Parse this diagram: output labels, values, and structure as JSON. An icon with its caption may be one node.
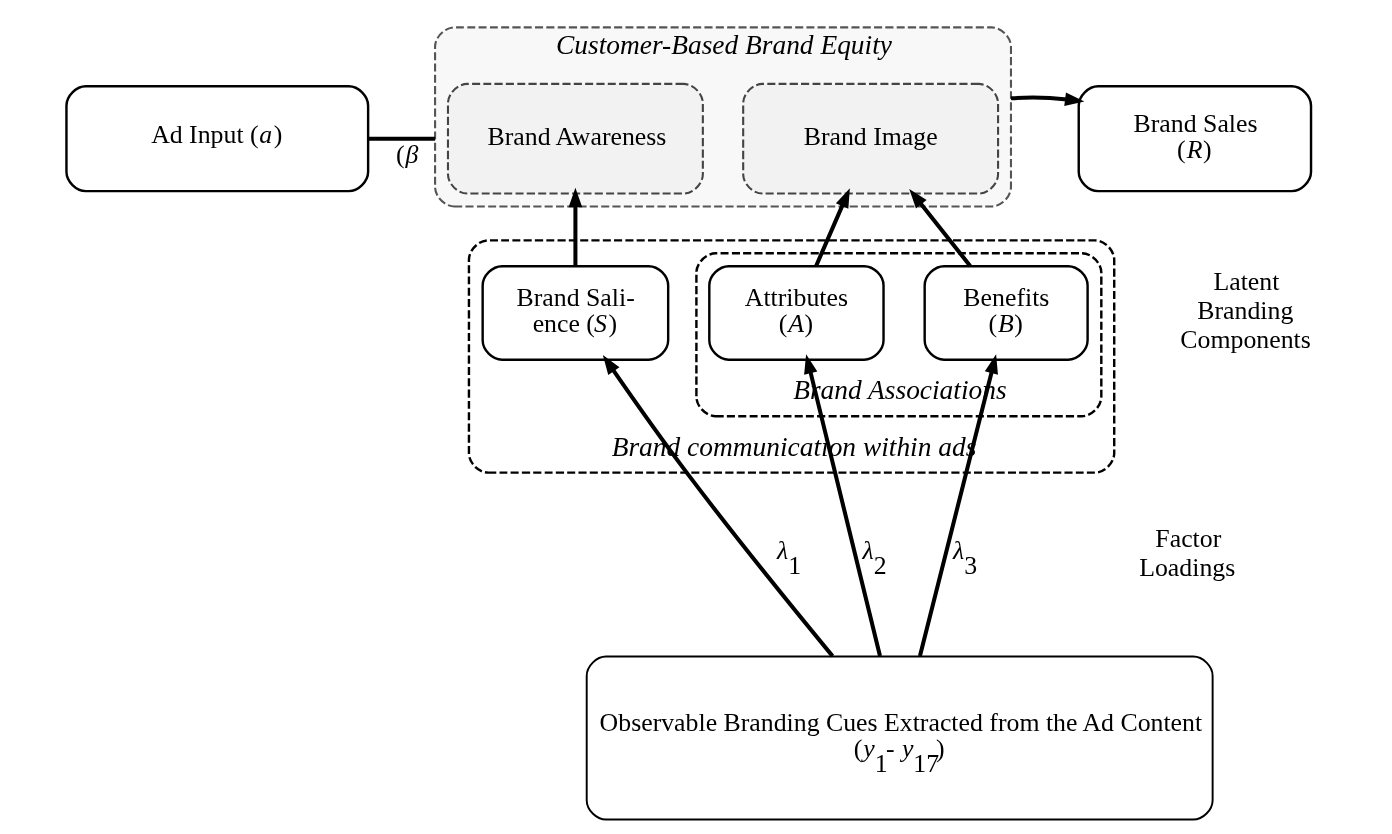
{
  "diagram": {
    "nodes": [
      {
        "text": [
          "Ad Input (*a*)"
        ]
      },
      {
        "text": [
          "Customer-Based Brand Equity"
        ]
      },
      {
        "text": [
          "Brand Awareness"
        ],
        "in": 1
      },
      {
        "text": [
          "Brand Image"
        ],
        "in": 1
      },
      {
        "text": [
          "Brand Sales (*R*)"
        ]
      },
      {
        "text": [
          "Brand communication within ads"
        ]
      },
      {
        "text": [
          "Brand Sali- ence (*S*)"
        ],
        "in": 5
      },
      {
        "text": [
          "Brand Associations"
        ],
        "in": 5
      },
      {
        "text": [
          "Attributes (*A*)"
        ],
        "in": 7
      },
      {
        "text": [
          "Benefits (*B*)"
        ],
        "in": 7
      },
      {
        "text": [
          "Observable Branding Cues Extracted from the Ad Content",
          "(*y*$_{1}$- *y*$_{17}$)"
        ]
      }
    ],
    "edges": [
      {
        "from": 0,
        "to": 1,
        "arrow": "none",
        "label": "(*β*"
      },
      {
        "from": 1,
        "to": 4,
        "arrow": "to"
      },
      {
        "from": 6,
        "to": 2,
        "arrow": "to"
      },
      {
        "from": 8,
        "to": 3,
        "arrow": "to"
      },
      {
        "from": 9,
        "to": 3,
        "arrow": "to"
      },
      {
        "from": 10,
        "to": 6,
        "arrow": "to",
        "label": "*λ*$_{1}$"
      },
      {
        "from": 10,
        "to": 8,
        "arrow": "to",
        "label": "*λ*$_{2}$"
      },
      {
        "from": 10,
        "to": 9,
        "arrow": "to",
        "label": "*λ*$_{3}$"
      }
    ],
    "labels": [
      "Latent Branding Components",
      "Factor Loadings"
    ]
  }
}
